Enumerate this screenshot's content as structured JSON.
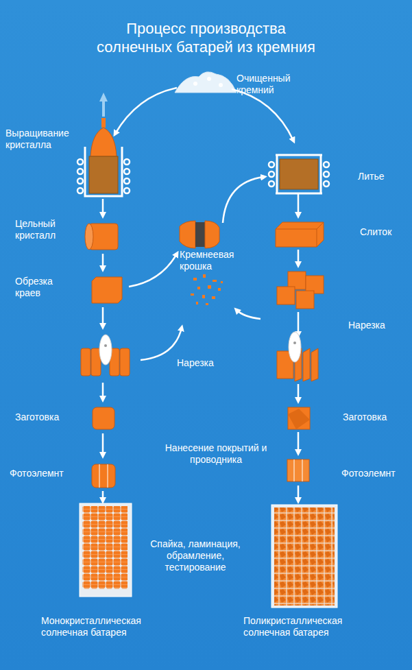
{
  "diagram": {
    "title": "Процесс производства солнечных батарей из кремния",
    "labels": [
      "Очищенный кремний",
      "Выращивание кристалла",
      "Литье",
      "Цельный кристалл",
      "Слиток",
      "Кремнеевая крошка",
      "Обрезка краев",
      "Нарезка",
      "Нарезка",
      "Заготовка",
      "Заготовка",
      "Нанесение покрытий и проводника",
      "Фотоэлемнт",
      "Фотоэлемнт",
      "Спайка, ламинация, обрамление, тестирование",
      "Монокристаллическая солнечная батарея",
      "Поликристаллическая солнечная батарея"
    ]
  }
}
